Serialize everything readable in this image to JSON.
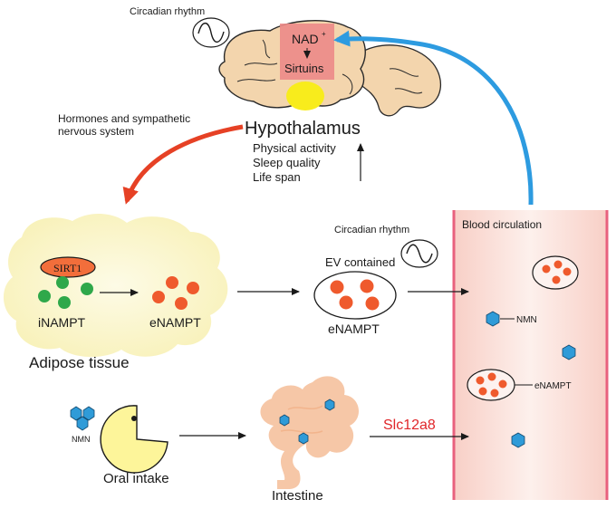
{
  "labels": {
    "circadian_top": "Circadian rhythm",
    "nad": "NAD",
    "nad_sup": "+",
    "sirtuins": "Sirtuins",
    "hypothalamus": "Hypothalamus",
    "hormones_line1": "Hormones and sympathetic",
    "hormones_line2": "nervous system",
    "physical_activity": "Physical activity",
    "sleep_quality": "Sleep quality",
    "life_span": "Life span",
    "sirt1": "SIRT1",
    "inampt": "iNAMPT",
    "enampt_adipose": "eNAMPT",
    "adipose_tissue": "Adipose tissue",
    "circadian_mid": "Circadian rhythm",
    "ev_contained": "EV contained",
    "enampt_ev": "eNAMPT",
    "blood_circulation": "Blood circulation",
    "nmn_blood": "NMN",
    "enampt_blood": "eNAMPT",
    "nmn_oral": "NMN",
    "oral_intake": "Oral intake",
    "slc12a8": "Slc12a8",
    "intestine": "Intestine"
  },
  "colors": {
    "brain": "#f3d5ad",
    "hypothalamus_spot": "#f8ec1c",
    "nad_box": "#ec8a88",
    "red_arrow": "#e64125",
    "blue_arrow": "#2d9be0",
    "adipose": "#fbf6c9",
    "inampt_dot": "#2fa84a",
    "enampt_dot": "#ef5a2d",
    "sirt1_fill": "#f26e3b",
    "blood_bg": "#fbe4df",
    "blood_border": "#e8617e",
    "nmn_hex": "#2f9bd8",
    "intestine": "#f6c7a7",
    "pacman": "#fdf59a",
    "slc_text": "#e0262a"
  }
}
